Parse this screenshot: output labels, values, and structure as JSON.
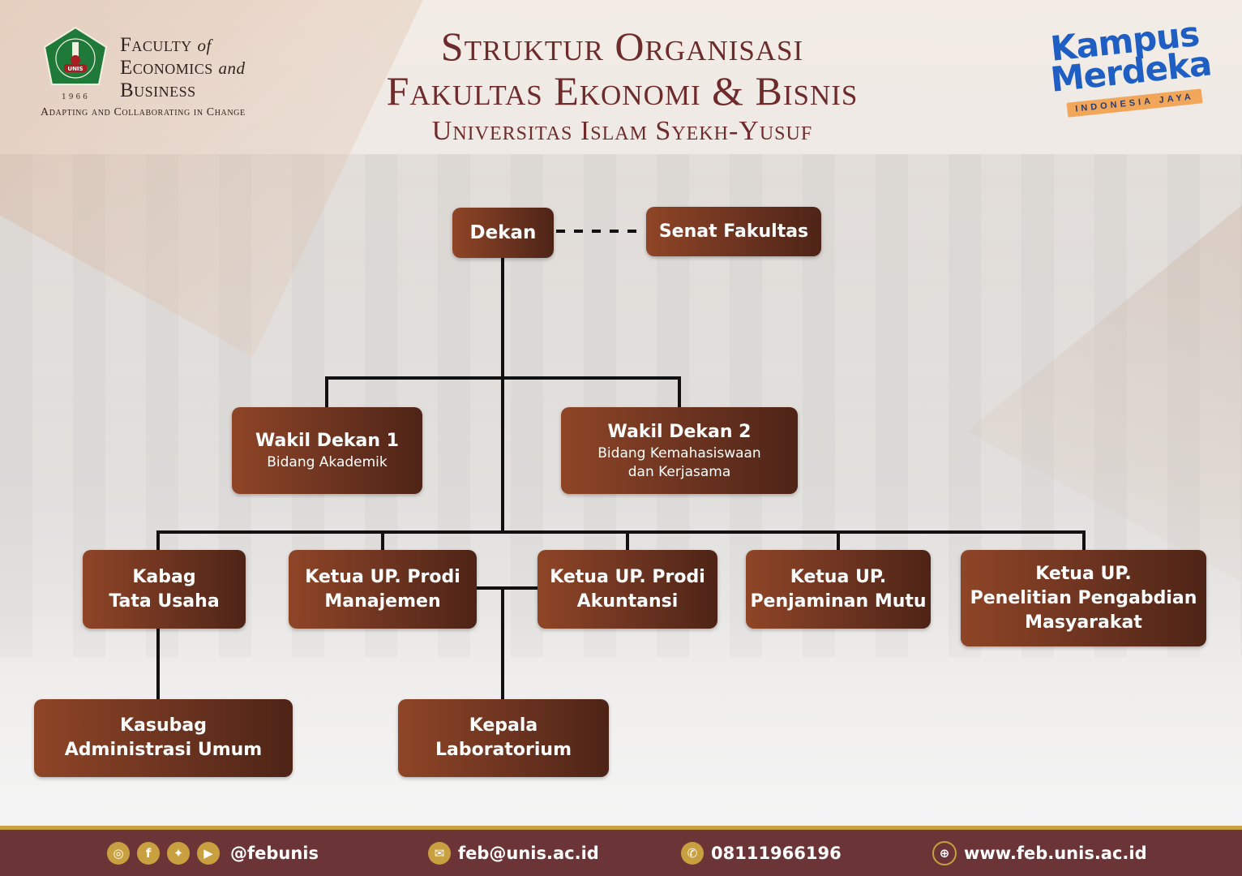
{
  "header": {
    "faculty_logo": {
      "line1": "Faculty",
      "line1_suffix": "of",
      "line2": "Economics",
      "line2_suffix": "and",
      "line3": "Business",
      "year": "1966",
      "crest_label": "UNIS",
      "tagline": "Adapting and Collaborating in Change"
    },
    "title": {
      "line1": "Struktur Organisasi",
      "line2": "Fakultas Ekonomi & Bisnis",
      "line3": "Universitas Islam Syekh-Yusuf"
    },
    "kampus_merdeka": {
      "line1": "Kampus",
      "line2": "Merdeka",
      "ribbon": "INDONESIA JAYA"
    }
  },
  "org_chart": {
    "dekan": {
      "title": "Dekan"
    },
    "senat": {
      "title": "Senat Fakultas"
    },
    "wakil_dekan_1": {
      "title": "Wakil Dekan 1",
      "subtitle": "Bidang Akademik"
    },
    "wakil_dekan_2": {
      "title": "Wakil Dekan 2",
      "subtitle_line1": "Bidang Kemahasiswaan",
      "subtitle_line2": "dan Kerjasama"
    },
    "units": [
      {
        "line1": "Kabag",
        "line2": "Tata Usaha"
      },
      {
        "line1": "Ketua UP. Prodi",
        "line2": "Manajemen"
      },
      {
        "line1": "Ketua UP. Prodi",
        "line2": "Akuntansi"
      },
      {
        "line1": "Ketua UP.",
        "line2": "Penjaminan Mutu"
      },
      {
        "line1": "Ketua UP.",
        "line2": "Penelitian Pengabdian",
        "line3": "Masyarakat"
      }
    ],
    "kasubag": {
      "line1": "Kasubag",
      "line2": "Administrasi Umum"
    },
    "laboratorium": {
      "line1": "Kepala",
      "line2": "Laboratorium"
    }
  },
  "footer": {
    "social_handle": "@febunis",
    "social_icons": [
      "instagram-icon",
      "facebook-icon",
      "twitter-icon",
      "youtube-icon"
    ],
    "email": "feb@unis.ac.id",
    "phone": "08111966196",
    "website": "www.feb.unis.ac.id"
  },
  "colors": {
    "box_gradient_start": "#8f4526",
    "box_gradient_end": "#4e2416",
    "title": "#6e2b2b",
    "footer_bg": "#6b3537",
    "footer_accent": "#c9a040",
    "km_blue": "#1f5fc4",
    "km_ribbon": "#f2a65a"
  }
}
